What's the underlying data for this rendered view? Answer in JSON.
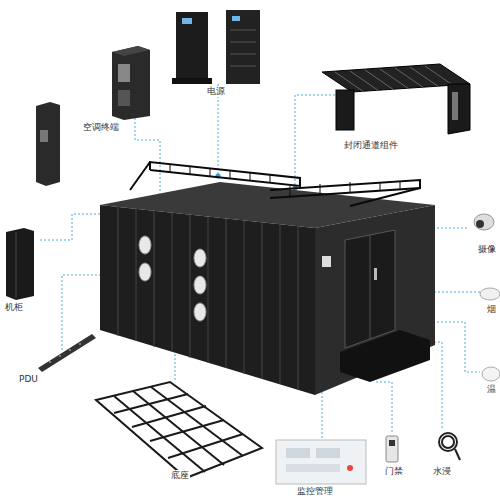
{
  "diagram": {
    "labels": [
      "电源",
      "空调终端",
      "封闭通道组件",
      "摄像",
      "烟",
      "温",
      "机柜",
      "PDU",
      "底座",
      "监控管理",
      "门禁",
      "水浸"
    ]
  }
}
